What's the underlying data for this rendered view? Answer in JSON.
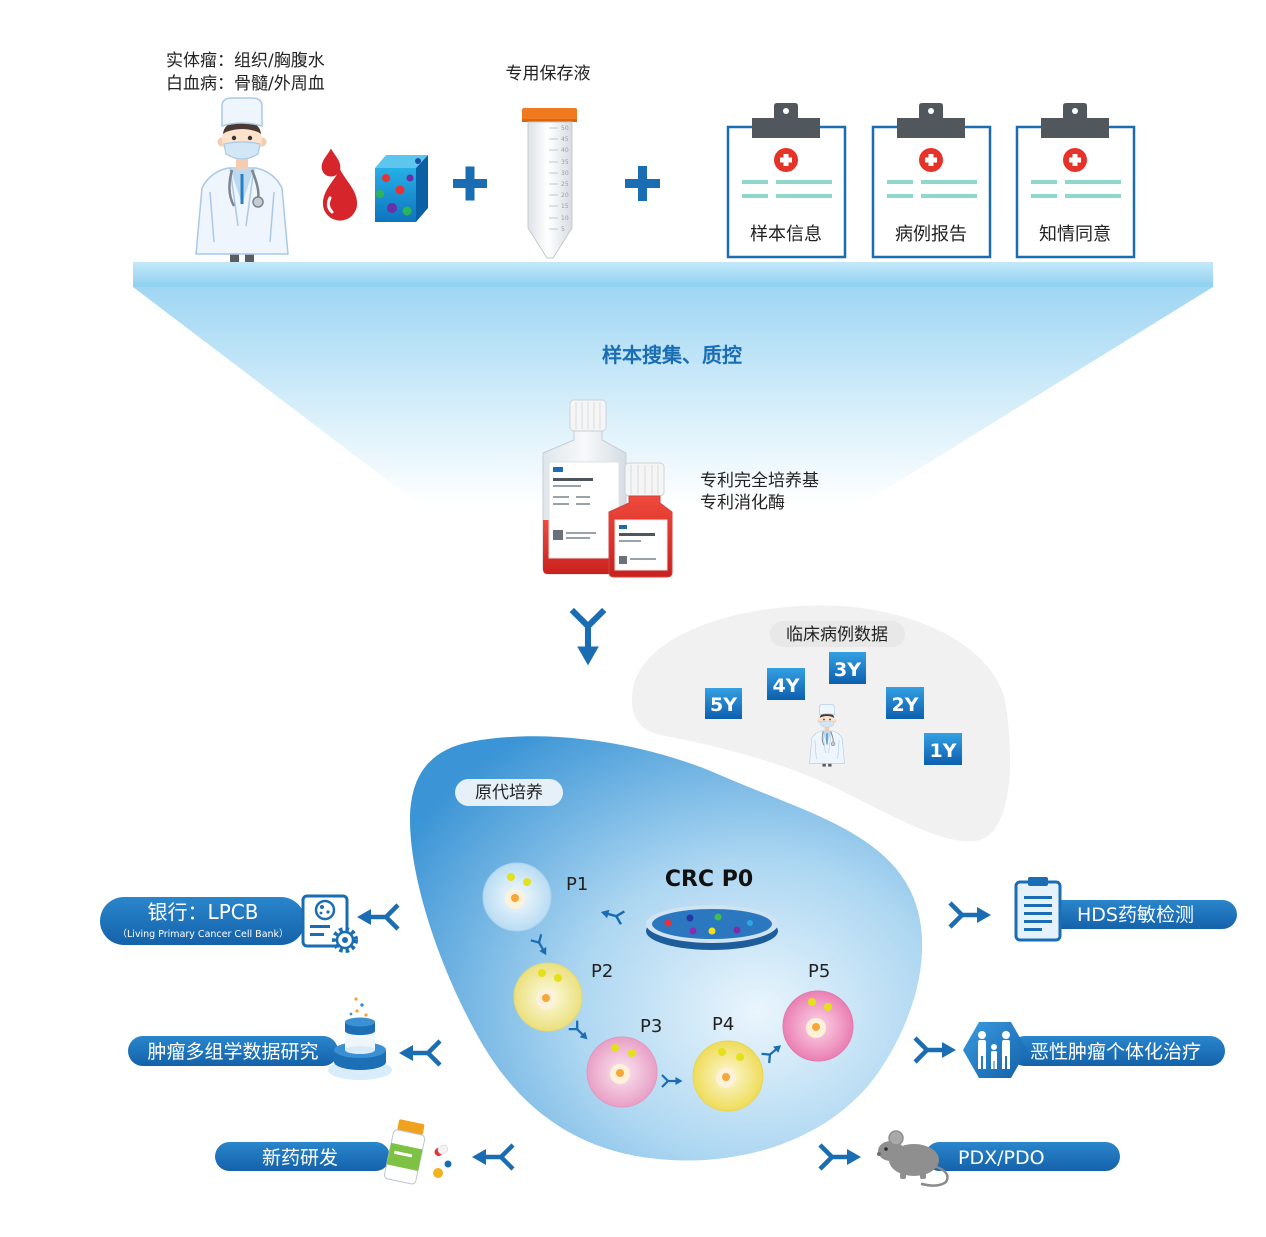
{
  "sample_sources": {
    "solid_tumor": "实体瘤：组织/胸腹水",
    "leukemia": "白血病：骨髓/外周血"
  },
  "preservation": {
    "label": "专用保存液",
    "tube_scale": [
      "50",
      "45",
      "40",
      "35",
      "30",
      "25",
      "20",
      "15",
      "10",
      "5"
    ]
  },
  "documents": [
    {
      "label": "样本信息",
      "icon": "clipboard-medical-icon"
    },
    {
      "label": "病例报告",
      "icon": "clipboard-medical-icon"
    },
    {
      "label": "知情同意",
      "icon": "clipboard-medical-icon"
    }
  ],
  "collection": {
    "title": "样本搜集、质控"
  },
  "media": {
    "line1": "专利完全培养基",
    "line2": "专利消化酶"
  },
  "clinical": {
    "title": "临床病例数据",
    "years": [
      "5Y",
      "4Y",
      "3Y",
      "2Y",
      "1Y"
    ]
  },
  "culture": {
    "title": "原代培养",
    "p0": "CRC P0",
    "passages": [
      "P1",
      "P2",
      "P3",
      "P4",
      "P5"
    ]
  },
  "applications": {
    "left": [
      {
        "label": "银行：LPCB",
        "sub": "（Living Primary Cancer Cell Bank）",
        "icon": "cell-bank-document-gear-icon"
      },
      {
        "label": "肿瘤多组学数据研究",
        "icon": "database-stack-icon"
      },
      {
        "label": "新药研发",
        "icon": "medicine-bottle-pills-icon"
      }
    ],
    "right": [
      {
        "label": "HDS药敏检测",
        "icon": "report-clipboard-icon"
      },
      {
        "label": "恶性肿瘤个体化治疗",
        "icon": "family-hexagon-icon"
      },
      {
        "label": "PDX/PDO",
        "icon": "mouse-icon"
      }
    ]
  },
  "colors": {
    "primary_blue": "#1a6db3",
    "blood_red": "#d6262c",
    "tube_cap_orange": "#f07a1f",
    "clip_gray": "#52575e",
    "teal_line": "#8fd6cc"
  }
}
